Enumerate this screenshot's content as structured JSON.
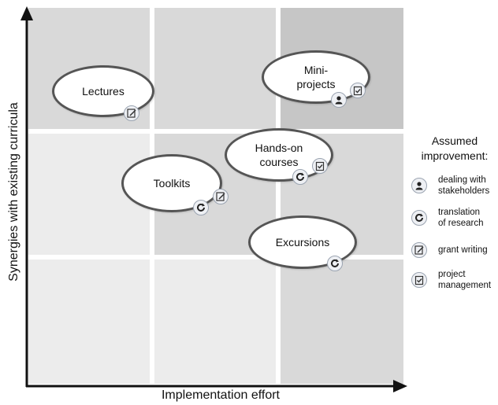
{
  "axes": {
    "y_label": "Synergies with existing curricula",
    "x_label": "Implementation effort"
  },
  "shading": {
    "light": "#ececec",
    "mid": "#d9d9d9",
    "dark": "#c6c6c6"
  },
  "items": {
    "lectures": "Lectures",
    "mini_projects": "Mini-\nprojects",
    "hands_on": "Hands-on\ncourses",
    "toolkits": "Toolkits",
    "excursions": "Excursions"
  },
  "legend": {
    "title": "Assumed\nimprovement:",
    "entries": [
      {
        "icon": "person-icon",
        "label": "dealing with\nstakeholders"
      },
      {
        "icon": "refresh-icon",
        "label": "translation\nof research"
      },
      {
        "icon": "pencil-note-icon",
        "label": "grant writing"
      },
      {
        "icon": "clipboard-check-icon",
        "label": "project\nmanagement"
      }
    ]
  }
}
